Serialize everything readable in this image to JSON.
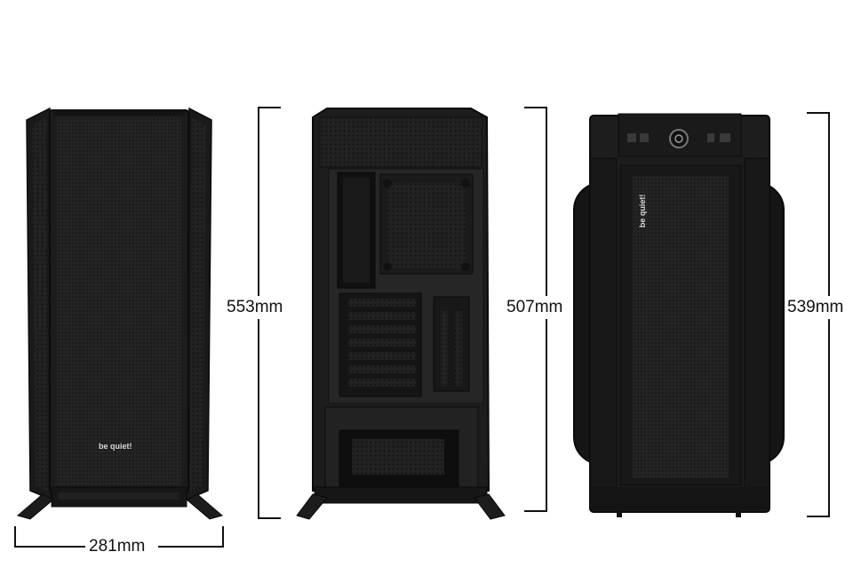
{
  "brand": {
    "logo_text": "be quiet!"
  },
  "views": {
    "front": {
      "height_label": "553mm",
      "width_label": "281mm"
    },
    "rear": {
      "height_label": "507mm"
    },
    "side": {
      "height_label": "539mm"
    }
  },
  "colors": {
    "case_body": "#1c1c1c",
    "case_mesh": "#262626",
    "case_edge": "#0e0e0e",
    "background": "#ffffff",
    "dimension_line": "#111111"
  }
}
